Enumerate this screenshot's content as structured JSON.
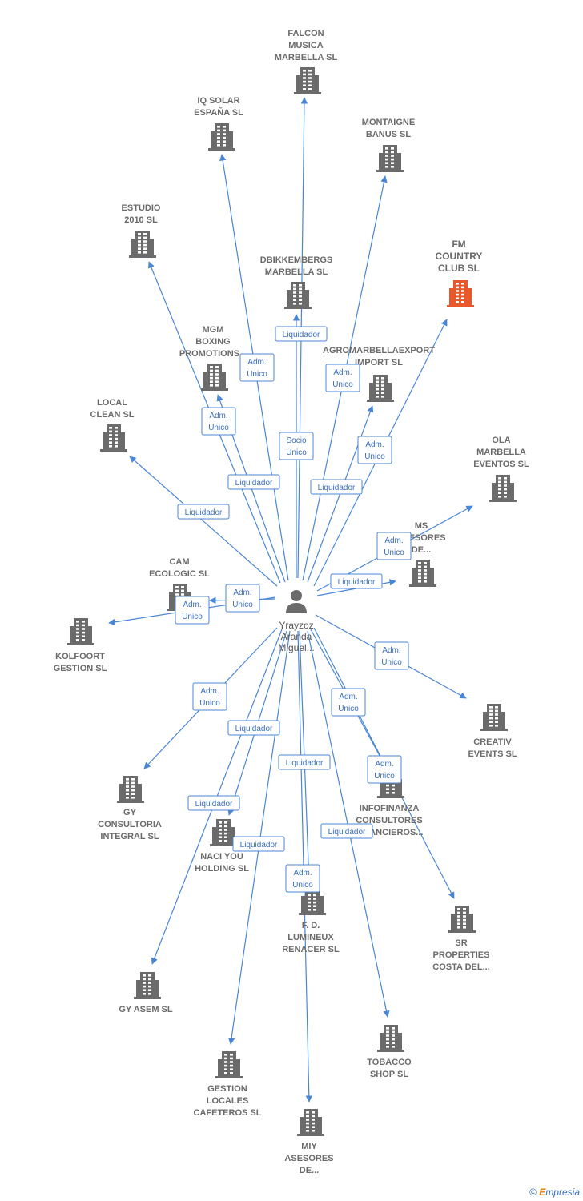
{
  "person": {
    "label": [
      "Yrayzoz",
      "Aranda",
      "Miguel..."
    ]
  },
  "colors": {
    "edge": "#4a86d6",
    "building": "#6b6b6b",
    "highlight": "#e8582a"
  },
  "footer": {
    "copyright": "©",
    "brand_first": "E",
    "brand_rest": "mpresia"
  },
  "companies": [
    {
      "id": "falcon",
      "label": [
        "FALCON",
        "MUSICA",
        "MARBELLA SL"
      ],
      "rel": [
        "Liquidador"
      ],
      "highlight": false
    },
    {
      "id": "iqsolar",
      "label": [
        "IQ SOLAR",
        "ESPAÑA SL"
      ],
      "rel": [
        "Adm.",
        "Unico"
      ],
      "highlight": false
    },
    {
      "id": "montaigne",
      "label": [
        "MONTAIGNE",
        "BANUS SL"
      ],
      "rel": [
        "Adm.",
        "Unico"
      ],
      "highlight": false
    },
    {
      "id": "estudio",
      "label": [
        "ESTUDIO",
        "2010 SL"
      ],
      "rel": [
        "Liquidador"
      ],
      "highlight": false
    },
    {
      "id": "fmcountry",
      "label": [
        "FM",
        "COUNTRY",
        "CLUB SL"
      ],
      "rel": [
        "Adm.",
        "Unico"
      ],
      "highlight": true
    },
    {
      "id": "dbikkembergs",
      "label": [
        "DBIKKEMBERGS",
        "MARBELLA SL"
      ],
      "rel": [
        "Socio",
        "Único"
      ],
      "highlight": false
    },
    {
      "id": "mgm",
      "label": [
        "MGM",
        "BOXING",
        "PROMOTIONS..."
      ],
      "rel": [
        "Adm.",
        "Unico"
      ],
      "highlight": false
    },
    {
      "id": "agromarbella",
      "label": [
        "AGROMARBELLAEXPORT",
        "IMPORT SL"
      ],
      "rel": [
        "Liquidador"
      ],
      "highlight": false
    },
    {
      "id": "localclean",
      "label": [
        "LOCAL",
        "CLEAN SL"
      ],
      "rel": [
        "Liquidador"
      ],
      "highlight": false
    },
    {
      "id": "olamarbella",
      "label": [
        "OLA",
        "MARBELLA",
        "EVENTOS SL"
      ],
      "rel": [
        "Adm.",
        "Unico"
      ],
      "highlight": false
    },
    {
      "id": "msasesores",
      "label": [
        "MS",
        "ASESORES",
        "DE..."
      ],
      "rel": [
        "Liquidador"
      ],
      "highlight": false
    },
    {
      "id": "camecologic",
      "label": [
        "CAM",
        "ECOLOGIC SL"
      ],
      "rel": [
        "Adm.",
        "Unico"
      ],
      "highlight": false
    },
    {
      "id": "kolfoort",
      "label": [
        "KOLFOORT",
        "GESTION SL"
      ],
      "rel": [
        "Adm.",
        "Unico"
      ],
      "highlight": false
    },
    {
      "id": "creativ",
      "label": [
        "CREATIV",
        "EVENTS SL"
      ],
      "rel": [
        "Adm.",
        "Unico"
      ],
      "highlight": false
    },
    {
      "id": "gyconsultoria",
      "label": [
        "GY",
        "CONSULTORIA",
        "INTEGRAL SL"
      ],
      "rel": [
        "Adm.",
        "Unico"
      ],
      "highlight": false
    },
    {
      "id": "infofinanza",
      "label": [
        "INFOFINANZA",
        "CONSULTORES",
        "FINANCIEROS..."
      ],
      "rel": [
        "Adm.",
        "Unico"
      ],
      "highlight": false
    },
    {
      "id": "naciyou",
      "label": [
        "NACI YOU",
        "HOLDING SL"
      ],
      "rel": [
        "Liquidador"
      ],
      "highlight": false
    },
    {
      "id": "fdlumineux",
      "label": [
        "F. D.",
        "LUMINEUX",
        "RENACER SL"
      ],
      "rel": [
        "Liquidador"
      ],
      "highlight": false
    },
    {
      "id": "srproperties",
      "label": [
        "SR",
        "PROPERTIES",
        "COSTA DEL..."
      ],
      "rel": [
        "Adm.",
        "Unico"
      ],
      "highlight": false
    },
    {
      "id": "gyasem",
      "label": [
        "GY ASEM SL"
      ],
      "rel": [
        "Liquidador"
      ],
      "highlight": false
    },
    {
      "id": "tobacco",
      "label": [
        "TOBACCO",
        "SHOP SL"
      ],
      "rel": [
        "Liquidador"
      ],
      "highlight": false
    },
    {
      "id": "gestionlocales",
      "label": [
        "GESTION",
        "LOCALES",
        "CAFETEROS SL"
      ],
      "rel": [
        "Liquidador"
      ],
      "highlight": false
    },
    {
      "id": "miyasesores",
      "label": [
        "MIY",
        "ASESORES",
        "DE..."
      ],
      "rel": [
        "Adm.",
        "Unico"
      ],
      "highlight": false
    }
  ]
}
